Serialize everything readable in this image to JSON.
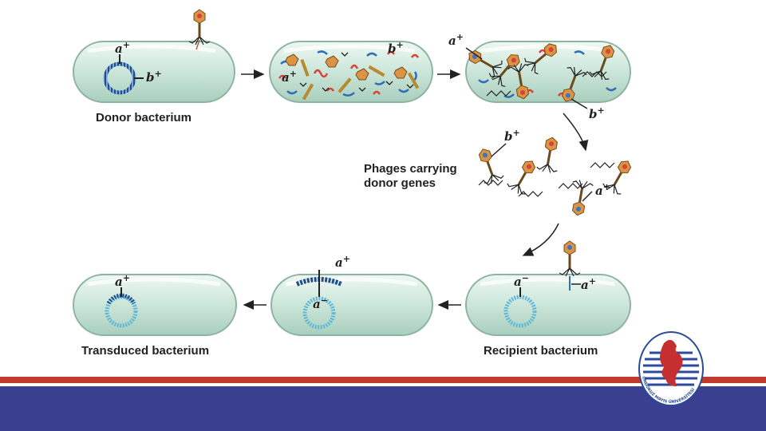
{
  "labels": {
    "donor": "Donor bacterium",
    "phages_line1": "Phages carrying",
    "phages_line2": "donor genes",
    "transduced": "Transduced bacterium",
    "recipient": "Recipient bacterium"
  },
  "genes": {
    "a_plus": "a",
    "b_plus": "b",
    "a_minus": "a",
    "plus": "+",
    "minus": "−"
  },
  "colors": {
    "cell_fill": "#cfe8dc",
    "cell_edge": "#8fb3a3",
    "dna_donor": "#1f4e8c",
    "dna_recipient": "#5fb7d9",
    "phage_head": "#c98a3d",
    "footer_red": "#c0392b",
    "footer_blue": "#3a3f8f"
  },
  "logo": {
    "icon": "university-seal-icon",
    "text": "ONDOKUZ MAYIS ÜNİVERSİTESİ"
  }
}
